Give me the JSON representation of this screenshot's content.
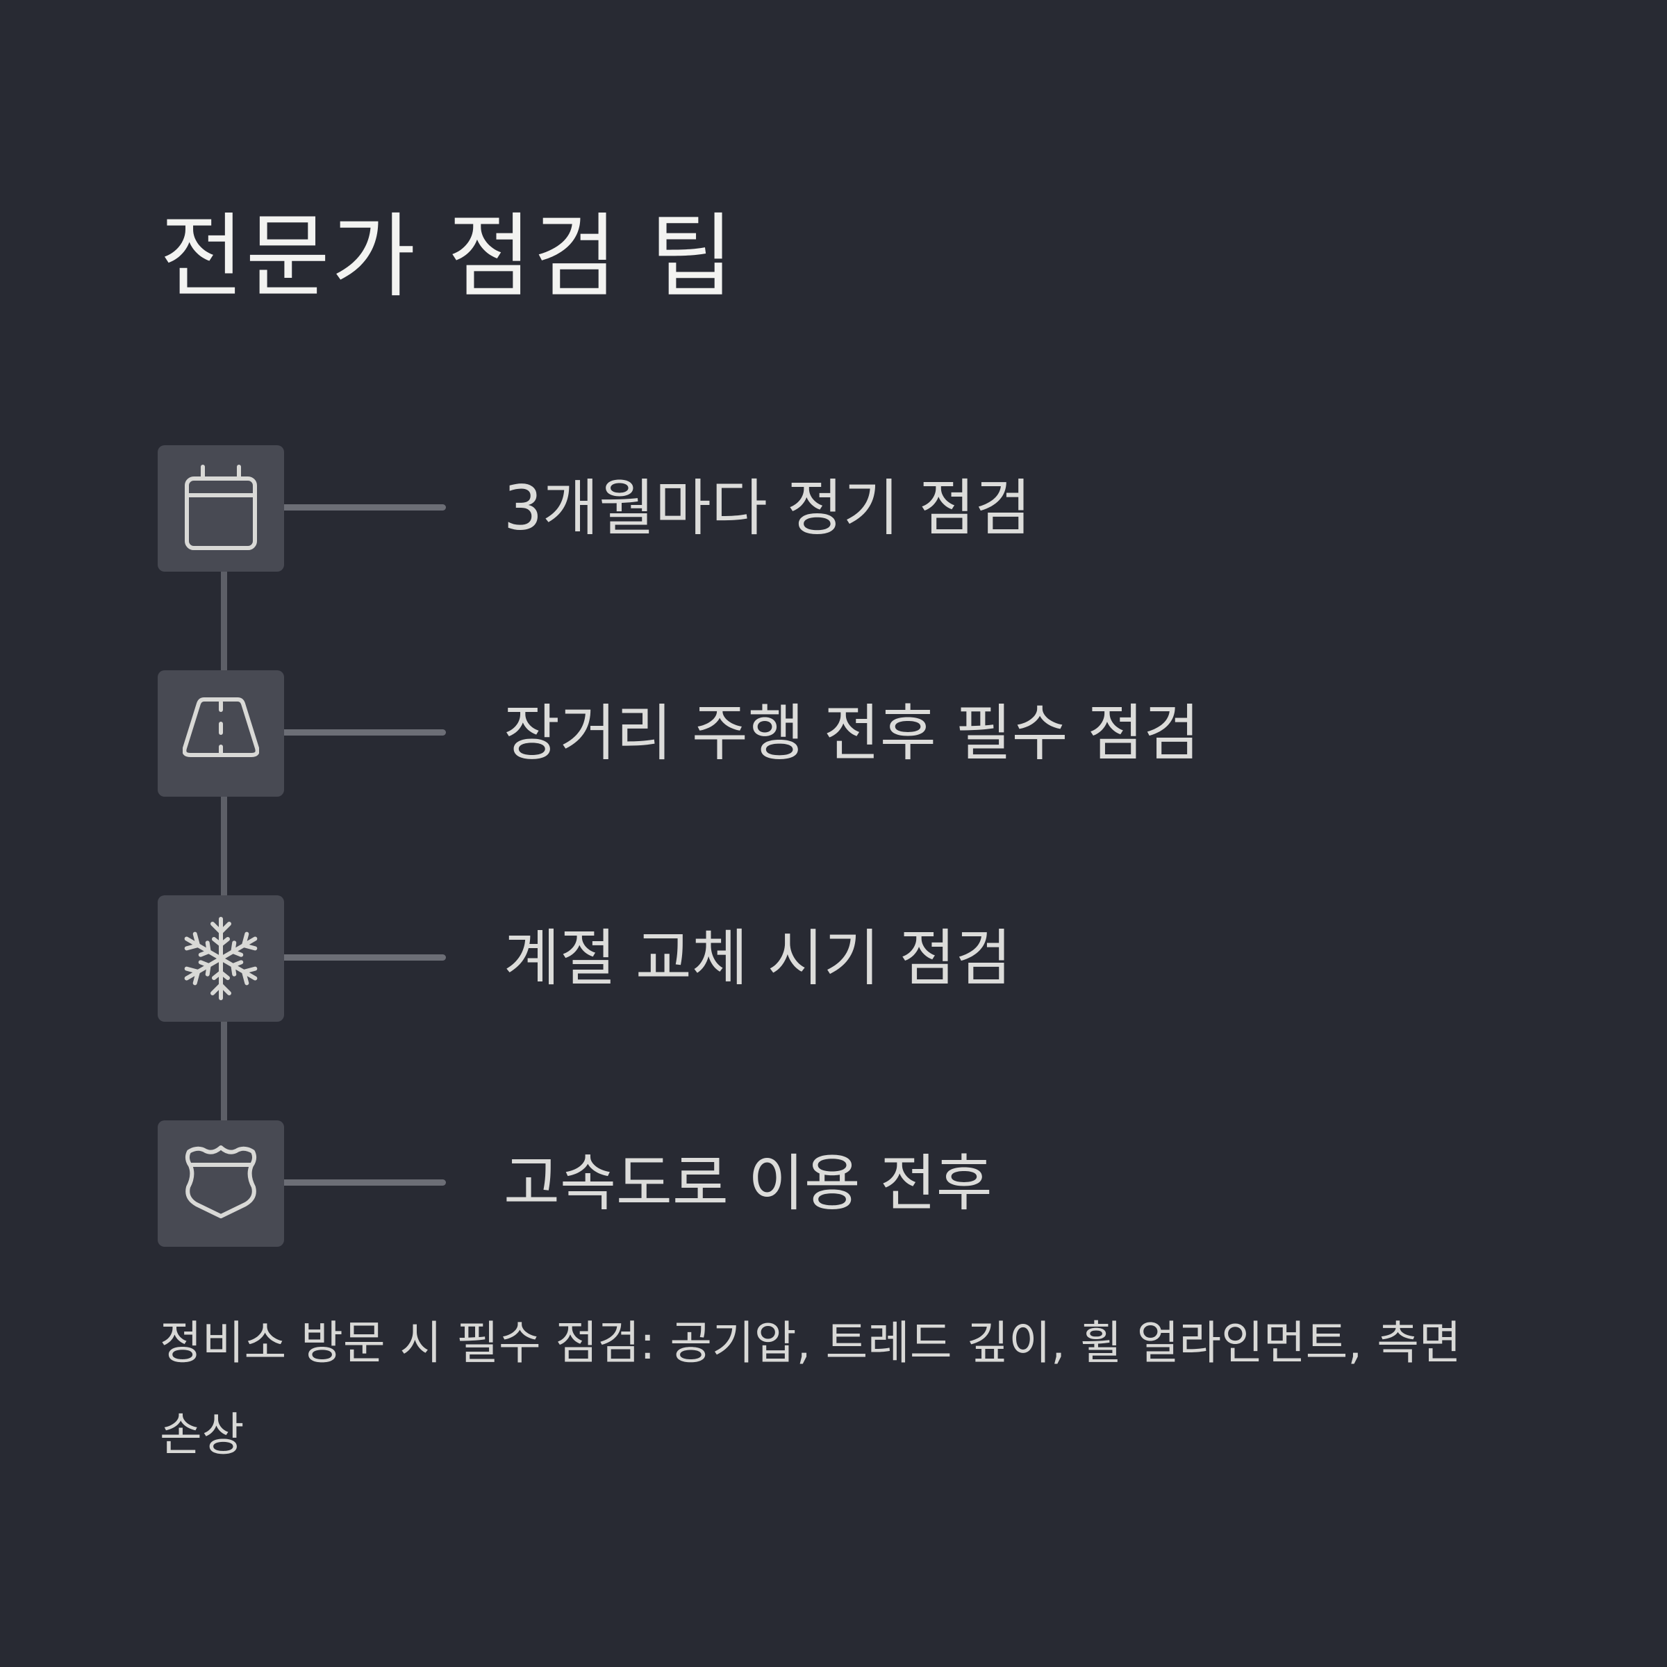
{
  "title": "전문가 점검 팁",
  "tips": [
    {
      "label": "3개월마다 정기 점검",
      "icon": "calendar-icon"
    },
    {
      "label": "장거리 주행 전후 필수 점검",
      "icon": "road-icon"
    },
    {
      "label": "계절 교체 시기 점검",
      "icon": "snowflake-icon"
    },
    {
      "label": "고속도로 이용 전후",
      "icon": "highway-shield-icon"
    }
  ],
  "note": "정비소 방문 시 필수 점검: 공기압, 트레드 깊이, 휠 얼라인먼트, 측면 손상",
  "colors": {
    "background": "#282a33",
    "icon_box": "#484a53",
    "line": "#5d5f67",
    "text": "#dcdcda",
    "title": "#f3f3f1"
  }
}
